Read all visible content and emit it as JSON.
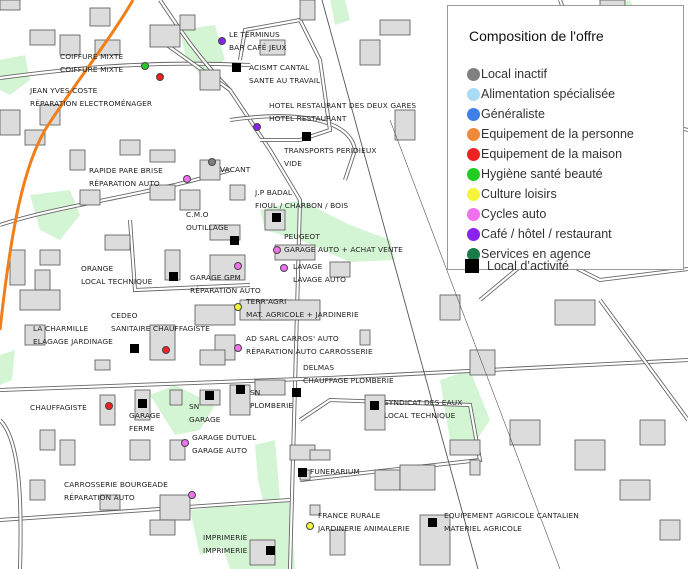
{
  "legend": {
    "title": "Composition de l'offre",
    "items": [
      {
        "label": "Local inactif",
        "color": "#808080"
      },
      {
        "label": "Alimentation spécialisée",
        "color": "#a8dcf6"
      },
      {
        "label": "Généraliste",
        "color": "#3f7fe8"
      },
      {
        "label": "Equipement de la personne",
        "color": "#f08a3a"
      },
      {
        "label": "Equipement de la maison",
        "color": "#ee2222"
      },
      {
        "label": "Hygiène santé beauté",
        "color": "#22cc22"
      },
      {
        "label": "Culture loisirs",
        "color": "#f5f53a"
      },
      {
        "label": "Cycles auto",
        "color": "#f070ee"
      },
      {
        "label": "Café / hôtel / restaurant",
        "color": "#8a22ee"
      },
      {
        "label": "Services en agence",
        "color": "#1a7a4a"
      }
    ],
    "local_activite": "Local d’activité"
  },
  "places": [
    {
      "l1": "LE TERMINUS",
      "l2": "BAR CAFÉ JEUX"
    },
    {
      "l1": "COIFFURE MIXTE",
      "l2": "COIFFURE MIXTE"
    },
    {
      "l1": "ACISMT CANTAL",
      "l2": "SANTE AU TRAVAIL"
    },
    {
      "l1": "JEAN YVES COSTE",
      "l2": "RÉPARATION ELECTROMÉNAGER"
    },
    {
      "l1": "HOTEL RESTAURANT DES DEUX GARES",
      "l2": "HOTEL RESTAURANT"
    },
    {
      "l1": "TRANSPORTS PERIDIEUX",
      "l2": "VIDE"
    },
    {
      "l1": "VACANT",
      "l2": ""
    },
    {
      "l1": "RAPIDE PARE BRISE",
      "l2": "RÉPARATION AUTO"
    },
    {
      "l1": "J.P BADAL",
      "l2": "FIOUL / CHARBON / BOIS"
    },
    {
      "l1": "C.M.O",
      "l2": "OUTILLAGE"
    },
    {
      "l1": "PEUGEOT",
      "l2": "GARAGE AUTO + ACHAT VENTE"
    },
    {
      "l1": "ORANGE",
      "l2": "LOCAL TECHNIQUE"
    },
    {
      "l1": "GARAGE GPM",
      "l2": "RÉPARATION AUTO"
    },
    {
      "l1": "LAVAGE",
      "l2": "LAVAGE AUTO"
    },
    {
      "l1": "TERR'AGRI",
      "l2": "MAT. AGRICOLE + JARDINERIE"
    },
    {
      "l1": "CEDEO",
      "l2": "SANITAIRE CHAUFFAGISTE"
    },
    {
      "l1": "LA CHARMILLE",
      "l2": "ELAGAGE JARDINAGE"
    },
    {
      "l1": "AD SARL CARROS' AUTO",
      "l2": "RÉPARATION AUTO CARROSSERIE"
    },
    {
      "l1": "DELMAS",
      "l2": "CHAUFFAGE PLOMBERIE"
    },
    {
      "l1": "SN",
      "l2": "PLOMBERIE"
    },
    {
      "l1": "SN",
      "l2": "GARAGE"
    },
    {
      "l1": "CHAUFFAGISTE",
      "l2": ""
    },
    {
      "l1": "GARAGE",
      "l2": "FERME"
    },
    {
      "l1": "SYNDICAT DES EAUX",
      "l2": "LOCAL TECHNIQUE"
    },
    {
      "l1": "GARAGE DUTUEL",
      "l2": "GARAGE AUTO"
    },
    {
      "l1": "FUNERARIUM",
      "l2": ""
    },
    {
      "l1": "CARROSSERIE BOURGEADE",
      "l2": "RÉPARATION AUTO"
    },
    {
      "l1": "FRANCE RURALE",
      "l2": "JARDINERIE ANIMALERIE"
    },
    {
      "l1": "EQUIPEMENT AGRICOLE CANTALIEN",
      "l2": "MATERIEL AGRICOLE"
    },
    {
      "l1": "IMPRIMERIE",
      "l2": "IMPRIMERIE"
    }
  ]
}
